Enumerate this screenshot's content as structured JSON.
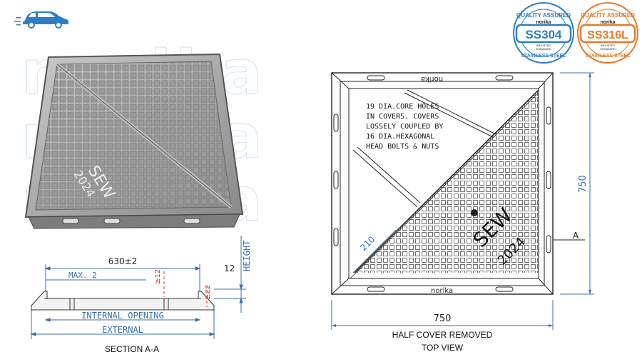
{
  "brand": {
    "watermark": "norika",
    "logo_text": "norika",
    "accent": "#2d7ec4",
    "accent_orange": "#e57a2a"
  },
  "badges": [
    {
      "grade": "SS304",
      "top": "QUALITY ASSURED",
      "brand": "norika",
      "std1": "INDUSTRY",
      "std2": "STANDARD",
      "bottom": "STAINLESS STEEL",
      "color": "#2d7ec4"
    },
    {
      "grade": "SS316L",
      "top": "QUALITY ASSURED",
      "brand": "norika",
      "std1": "INDUSTRY",
      "std2": "STANDARD",
      "bottom": "STAINLESS STEEL",
      "color": "#e57a2a"
    }
  ],
  "photo": {
    "text_sew": "SEW",
    "text_year": "2024"
  },
  "section": {
    "dim_top": "630±2",
    "max_label": "MAX. 2",
    "ge12": "≥12",
    "ge22": "≥22",
    "height_label": "HEIGHT",
    "h_value": "12",
    "internal": "INTERNAL OPENING",
    "external": "EXTERNAL",
    "caption": "SECTION A-A"
  },
  "top_view": {
    "note": [
      "19 DIA.CORE HOLES",
      "IN COVERS. COVERS",
      "LOSSELY COUPLED BY",
      "16 DIA.HEXAGONAL",
      "HEAD BOLTS & NUTS"
    ],
    "dim_width": "750",
    "dim_height": "750",
    "dim_210": "210",
    "section_marker": "A",
    "cover_text_sew": "SEW",
    "cover_text_year": "2024",
    "caption_line1": "HALF COVER REMOVED",
    "caption_line2": "TOP VIEW"
  }
}
